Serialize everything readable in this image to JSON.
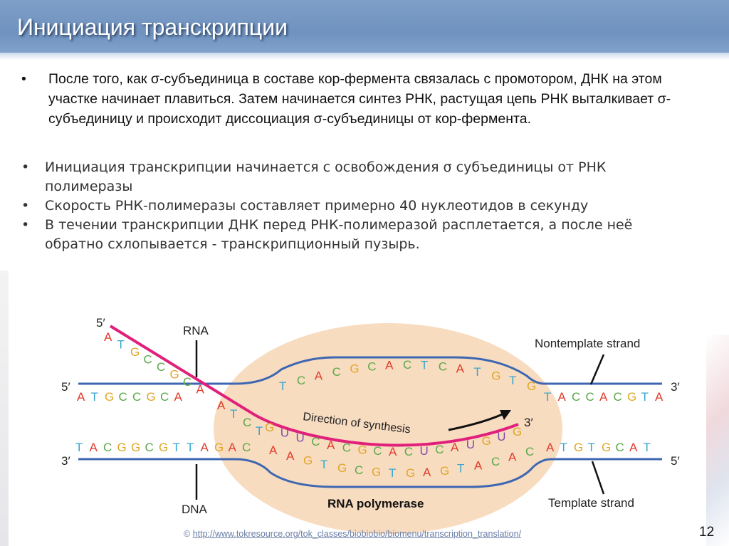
{
  "title": "Инициация транскрипции",
  "paragraph": {
    "bullet": "•",
    "text": "После того, как σ-субъединица в составе кор-фермента связалась с промотором, ДНК на этом участке начинает плавиться. Затем начинается синтез РНК, растущая цепь РНК выталкивает σ-субъединицу и происходит диссоциация σ-субъединицы от кор-фермента."
  },
  "bullets": [
    {
      "line1": "Инициация транскрипции начинается с освобождения σ субъединицы от РНК",
      "line2": "полимеразы"
    },
    {
      "line1": "Скорость РНК-полимеразы составляет примерно 40 нуклеотидов в секунду",
      "line2": ""
    },
    {
      "line1": "В течении транскрипции ДНК перед РНК-полимеразой расплетается, а после неё",
      "line2": "обратно схлопывается - транскрипционный пузырь."
    }
  ],
  "diagram": {
    "label_rna": "RNA",
    "label_dna": "DNA",
    "label_nontemplate": "Nontemplate strand",
    "label_template": "Template strand",
    "label_direction": "Direction of synthesis",
    "label_polymerase": "RNA polymerase",
    "end_5_rna": "5′",
    "end_5_top": "5′",
    "end_3_top": "3′",
    "end_3_bottom": "3′",
    "end_5_bottom": "5′",
    "end_3_rna": "3′",
    "seq_top_left": "ATGCCGCA",
    "seq_top_right": "TACCACGTA",
    "seq_bottom_left": "TACGGCGTTAGAC",
    "seq_bottom_right": "ATGTGCAT",
    "seq_bubble_top": "TCACGCACTCATGTG",
    "seq_bubble_bottom": "AAGTGCGTGAGTACAC",
    "seq_rna_tail": "ATGCCGCA",
    "seq_rna_mid": "ATCT",
    "seq_rna_arc": "GUUCACGCACUCAUGUG",
    "colors": {
      "A": "#e23b2b",
      "T": "#39a6cf",
      "G": "#e0a526",
      "C": "#5aa84a",
      "U": "#7e4cab",
      "rna": "#e0207a",
      "strand": "#3d67b1",
      "polymerase": "#f8dcc0"
    }
  },
  "credit": {
    "symbol": "©",
    "url": "http://www.tokresource.org/tok_classes/biobiobio/biomenu/transcription_translation/"
  },
  "page_number": "12"
}
